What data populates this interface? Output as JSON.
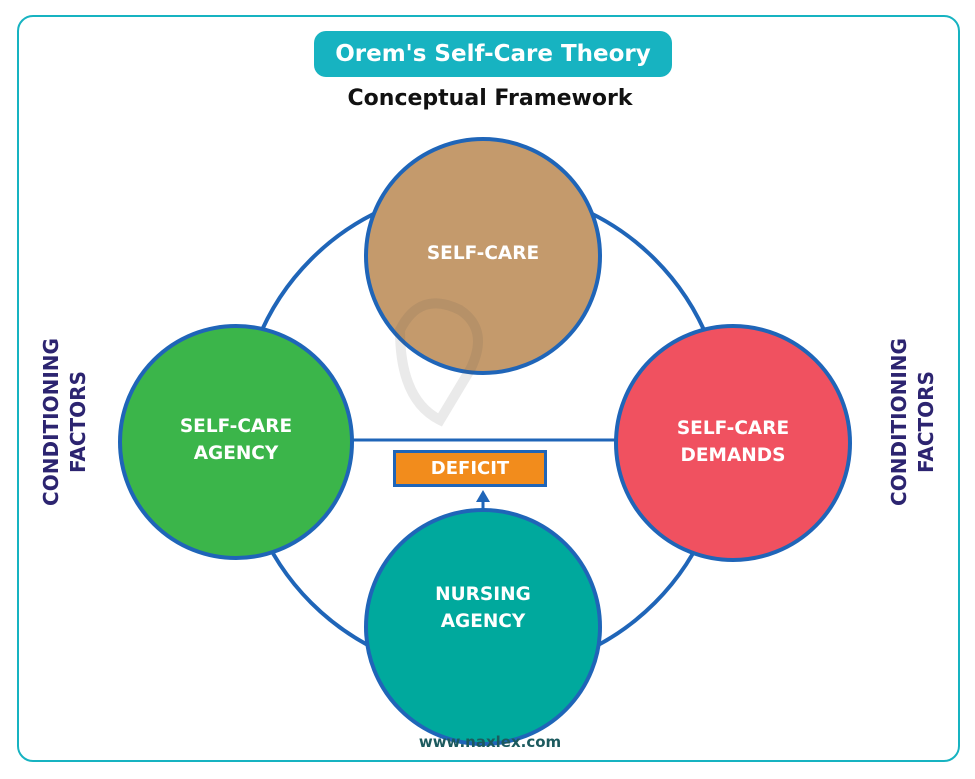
{
  "title": "Orem's Self-Care Theory",
  "subtitle": "Conceptual Framework",
  "nodes": {
    "top": {
      "line1": "SELF-CARE",
      "color": "#c49a6c"
    },
    "left": {
      "line1": "SELF-CARE",
      "line2": "AGENCY",
      "color": "#3bb54a"
    },
    "right": {
      "line1": "SELF-CARE",
      "line2": "DEMANDS",
      "color": "#f05160"
    },
    "bottom": {
      "line1": "NURSING",
      "line2": "AGENCY",
      "color": "#00a99d"
    }
  },
  "deficit_label": "DEFICIT",
  "side_labels": {
    "left": {
      "line1": "CONDITIONING",
      "line2": "FACTORS"
    },
    "right": {
      "line1": "CONDITIONING",
      "line2": "FACTORS"
    }
  },
  "footer": "www.naxlex.com",
  "colors": {
    "accent": "#17b3c1",
    "connector": "#1f65b8",
    "side_text": "#2c2470",
    "deficit_fill": "#f28c1c"
  }
}
